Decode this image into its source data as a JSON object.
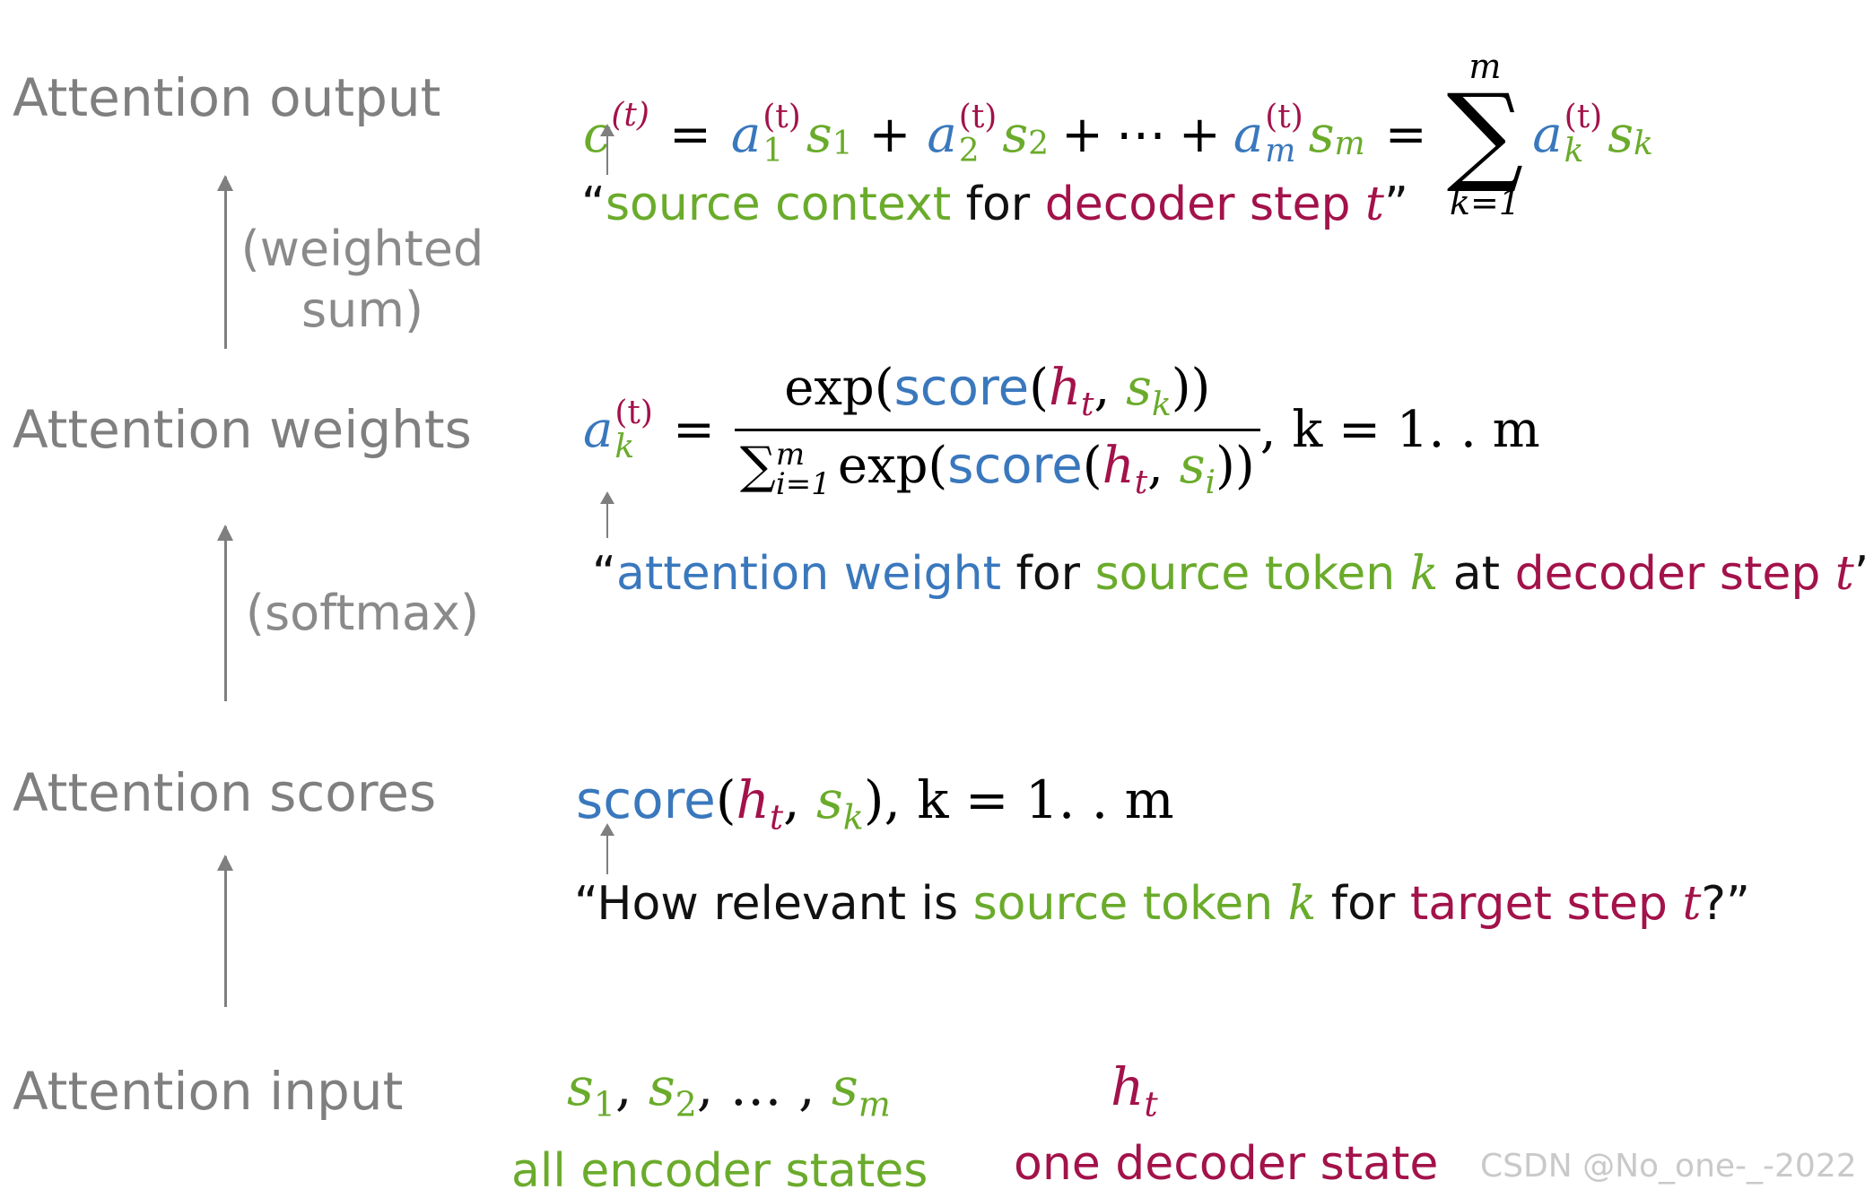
{
  "stages": {
    "output": "Attention output",
    "weights": "Attention weights",
    "scores": "Attention scores",
    "input": "Attention input"
  },
  "operations": {
    "weighted_sum_line1": "(weighted",
    "weighted_sum_line2": "sum)",
    "softmax": "(softmax)"
  },
  "output_formula": {
    "c": "c",
    "t_paren": "(t)",
    "a": "a",
    "s": "s",
    "sub_1": "1",
    "sub_2": "2",
    "sub_m": "m",
    "sub_k": "k",
    "sum_upper": "m",
    "sum_lower": "k=1",
    "equals": "=",
    "plus": "+",
    "dots": "⋯"
  },
  "output_caption": {
    "open": "“",
    "source_context": "source context",
    "for": " for ",
    "decoder_step": "decoder step ",
    "t": "t",
    "close": "”"
  },
  "weights_formula": {
    "a": "a",
    "t_paren": "(t)",
    "sub_k": "k",
    "exp": "exp(",
    "score": "score",
    "h": "h",
    "s": "s",
    "sub_t": "t",
    "sub_i": "i",
    "sum_sym": "∑",
    "sum_upper": "m",
    "sum_lower": "i=1",
    "range": ", k = 1. . m"
  },
  "weights_caption": {
    "open": "“",
    "attention_weight": "attention weight",
    "for": " for ",
    "source_token": "source token ",
    "k": "k",
    "at": " at ",
    "decoder_step": "decoder step ",
    "t": "t",
    "close": "”"
  },
  "scores_formula": {
    "score": "score",
    "h": "h",
    "sub_t": "t",
    "s": "s",
    "sub_k": "k",
    "range": ", k = 1. . m"
  },
  "scores_caption": {
    "open": "“How relevant is ",
    "source_token": "source token ",
    "k": "k",
    "for": " for ",
    "target_step": "target step ",
    "t": "t",
    "close": "?”"
  },
  "input": {
    "encoder_states_expr": "s",
    "sub_1": "1",
    "sub_2": "2",
    "sub_m": "m",
    "ellipsis": "…",
    "decoder_state_expr": "h",
    "sub_t": "t",
    "encoder_label": "all encoder states",
    "decoder_label": "one decoder state"
  },
  "watermark": "CSDN @No_one-_-2022",
  "colors": {
    "source": "#6aab2b",
    "weight": "#3a78bd",
    "decoder": "#a3124a",
    "stage_label": "#7f7f7f"
  }
}
